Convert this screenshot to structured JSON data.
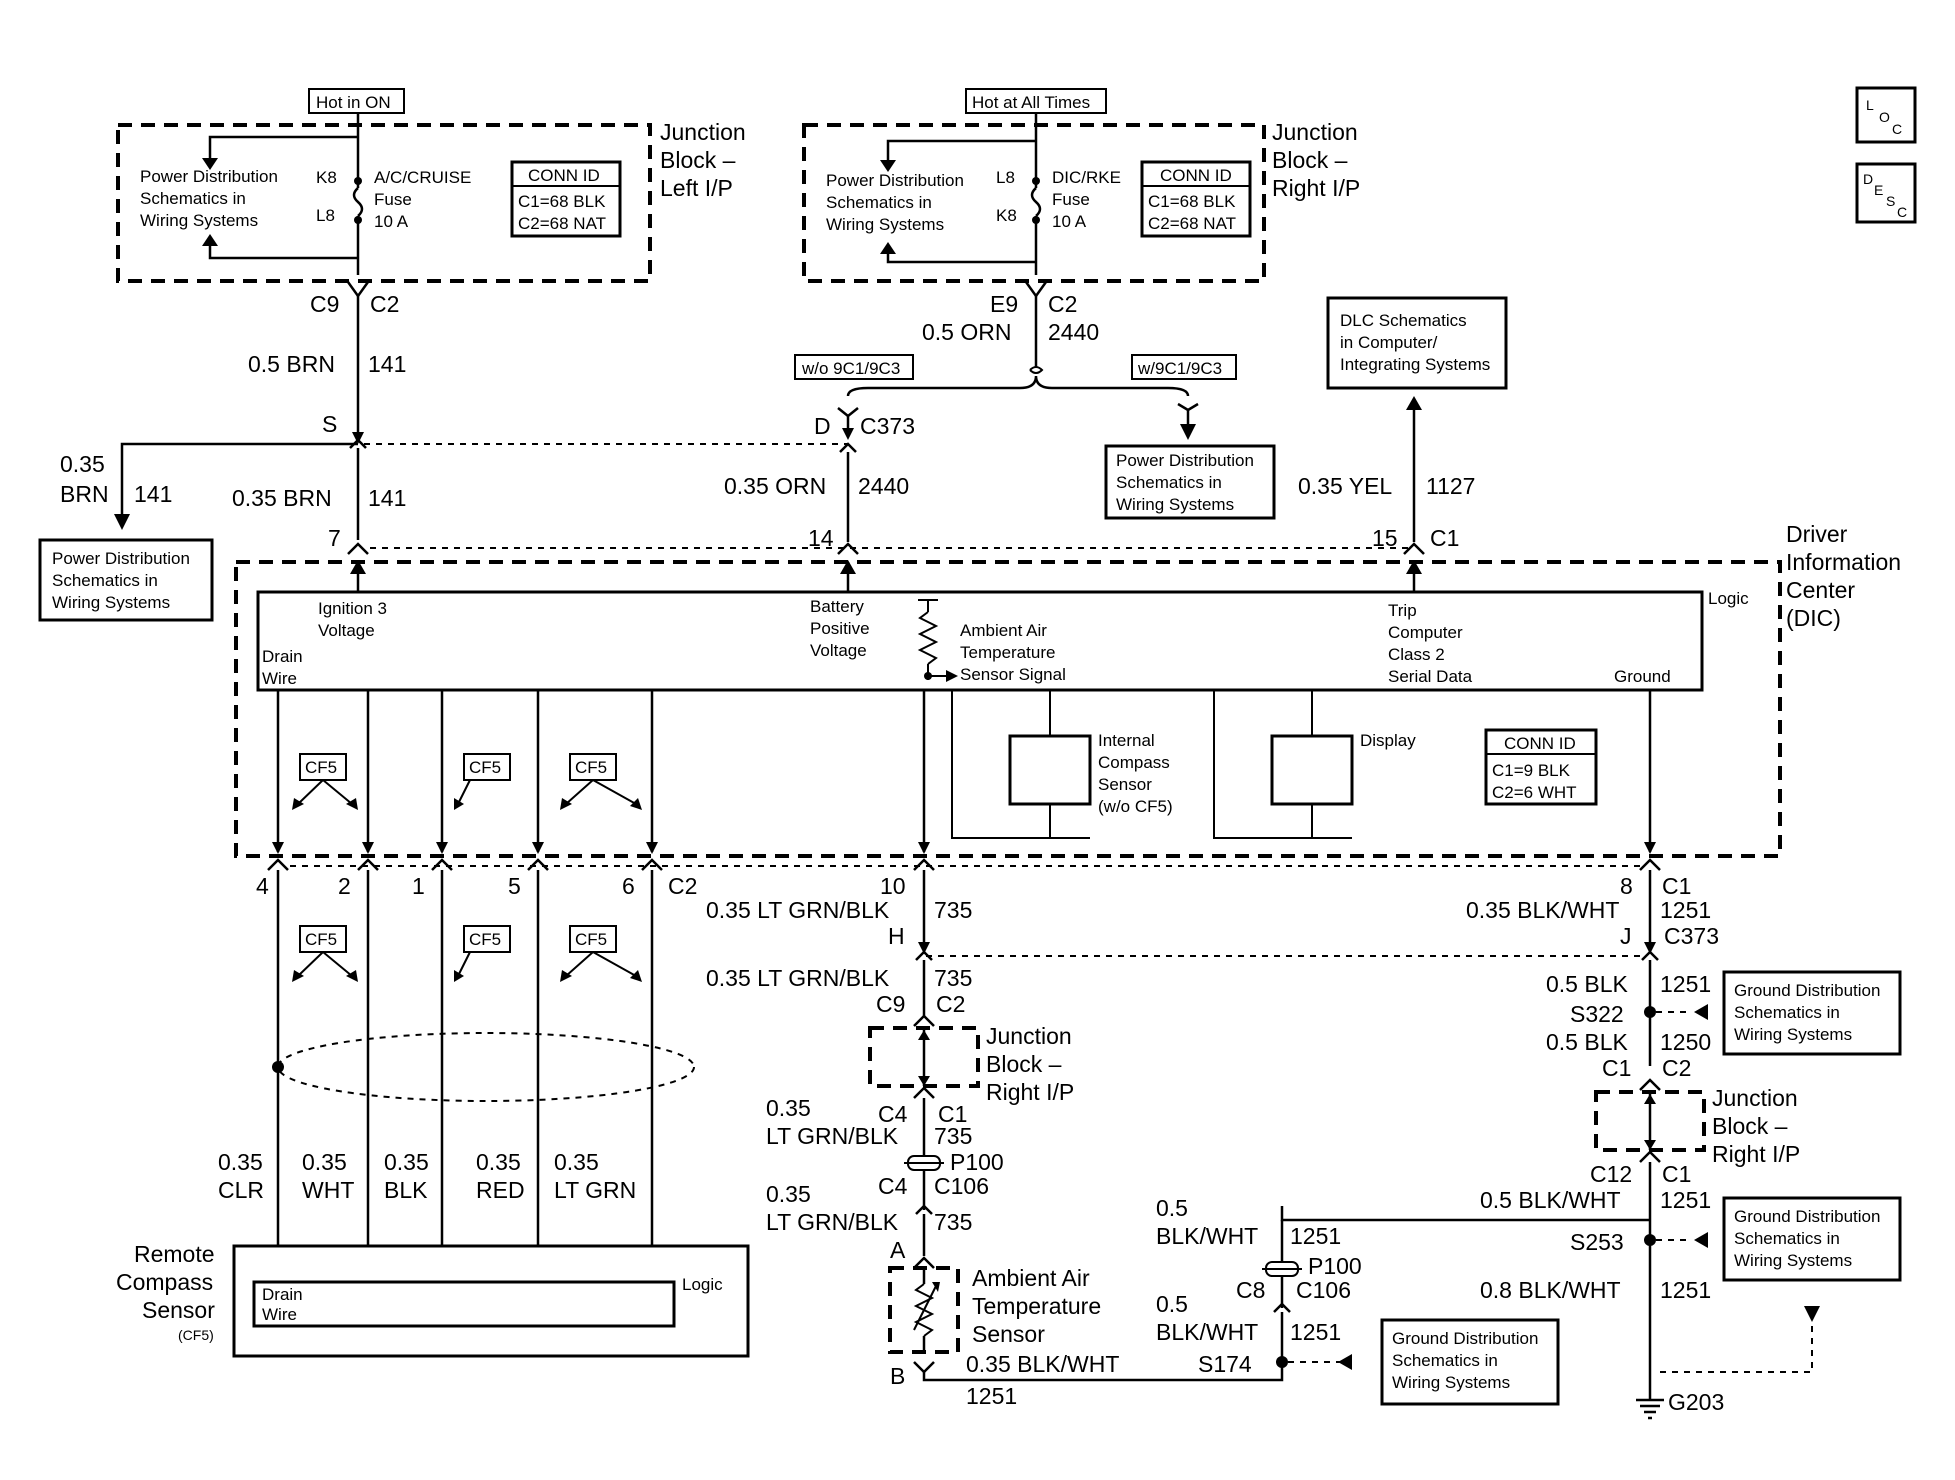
{
  "tags": {
    "hot_in_on": "Hot in ON",
    "hot_at_all_times": "Hot at All Times",
    "wo_9c1": "w/o 9C1/9C3",
    "w_9c1": "w/9C1/9C3",
    "cf5": "CF5"
  },
  "loc": {
    "l": "L",
    "o": "O",
    "c": "C"
  },
  "desc": {
    "d": "D",
    "e": "E",
    "s": "S",
    "c": "C"
  },
  "jb_left": {
    "title1": "Junction",
    "title2": "Block –",
    "title3": "Left I/P",
    "ref1": "Power Distribution",
    "ref2": "Schematics in",
    "ref3": "Wiring Systems",
    "k8": "K8",
    "l8": "L8",
    "fuse1": "A/C/CRUISE",
    "fuse2": "Fuse",
    "fuse3": "10 A",
    "conn_title": "CONN ID",
    "conn1": "C1=68 BLK",
    "conn2": "C2=68 NAT"
  },
  "jb_right": {
    "title1": "Junction",
    "title2": "Block –",
    "title3": "Right I/P",
    "ref1": "Power Distribution",
    "ref2": "Schematics in",
    "ref3": "Wiring Systems",
    "l8": "L8",
    "k8": "K8",
    "fuse1": "DIC/RKE",
    "fuse2": "Fuse",
    "fuse3": "10 A",
    "conn_title": "CONN ID",
    "conn1": "C1=68 BLK",
    "conn2": "C2=68 NAT"
  },
  "wire_labels": {
    "c9": "C9",
    "c2": "C2",
    "brn05": "0.5 BRN",
    "n141": "141",
    "s": "S",
    "brn035a": "0.35",
    "brn035b": "BRN",
    "n141b": "141",
    "brn035c": "0.35 BRN",
    "n141c": "141",
    "pin7": "7",
    "e9": "E9",
    "c2b": "C2",
    "orn05": "0.5 ORN",
    "n2440": "2440",
    "d": "D",
    "c373": "C373",
    "orn035": "0.35 ORN",
    "n2440b": "2440",
    "pin14": "14",
    "yel035": "0.35 YEL",
    "n1127": "1127",
    "pin15": "15",
    "c1": "C1"
  },
  "refs": {
    "pd_left1": "Power Distribution",
    "pd_left2": "Schematics in",
    "pd_left3": "Wiring Systems",
    "pd_mid1": "Power Distribution",
    "pd_mid2": "Schematics in",
    "pd_mid3": "Wiring Systems",
    "dlc1": "DLC Schematics",
    "dlc2": "in Computer/",
    "dlc3": "Integrating Systems",
    "gd1a": "Ground Distribution",
    "gd1b": "Schematics in",
    "gd1c": "Wiring Systems",
    "gd2a": "Ground Distribution",
    "gd2b": "Schematics in",
    "gd2c": "Wiring Systems",
    "gd3a": "Ground Distribution",
    "gd3b": "Schematics in",
    "gd3c": "Wiring Systems"
  },
  "dic": {
    "title1": "Driver",
    "title2": "Information",
    "title3": "Center",
    "title4": "(DIC)",
    "logic": "Logic",
    "ign1": "Ignition 3",
    "ign2": "Voltage",
    "drain1": "Drain",
    "drain2": "Wire",
    "bat1": "Battery",
    "bat2": "Positive",
    "bat3": "Voltage",
    "amb1": "Ambient Air",
    "amb2": "Temperature",
    "amb3": "Sensor Signal",
    "trip1": "Trip",
    "trip2": "Computer",
    "trip3": "Class 2",
    "trip4": "Serial Data",
    "ground": "Ground",
    "comp1": "Internal",
    "comp2": "Compass",
    "comp3": "Sensor",
    "comp4": "(w/o CF5)",
    "display": "Display",
    "conn_title": "CONN ID",
    "conn1": "C1=9 BLK",
    "conn2": "C2=6 WHT"
  },
  "bottom_pins": {
    "p4": "4",
    "p2": "2",
    "p1": "1",
    "p5": "5",
    "p6": "6",
    "c2": "C2"
  },
  "compass_wires": {
    "clr_g": "0.35",
    "clr_c": "CLR",
    "wht_g": "0.35",
    "wht_c": "WHT",
    "blk_g": "0.35",
    "blk_c": "BLK",
    "red_g": "0.35",
    "red_c": "RED",
    "grn_g": "0.35",
    "grn_c": "LT GRN"
  },
  "rcs": {
    "title1": "Remote",
    "title2": "Compass",
    "title3": "Sensor",
    "title4": "(CF5)",
    "drain1": "Drain",
    "drain2": "Wire",
    "logic": "Logic"
  },
  "mid_chain": {
    "p10": "10",
    "w1": "0.35 LT GRN/BLK",
    "n1": "735",
    "h": "H",
    "w2": "0.35 LT GRN/BLK",
    "n2": "735",
    "c9": "C9",
    "c2": "C2",
    "jb1": "Junction",
    "jb2": "Block –",
    "jb3": "Right I/P",
    "g3": "0.35",
    "c4": "C4",
    "c1": "C1",
    "w3": "LT GRN/BLK",
    "n3": "735",
    "p100": "P100",
    "c4b": "C4",
    "c106": "C106",
    "g4": "0.35",
    "w4": "LT GRN/BLK",
    "n4": "735",
    "a": "A",
    "aats1": "Ambient Air",
    "aats2": "Temperature",
    "aats3": "Sensor",
    "b": "B",
    "w5": "0.35 BLK/WHT",
    "n5": "1251"
  },
  "gnd_mid": {
    "g1": "0.5",
    "w1": "BLK/WHT",
    "n1": "1251",
    "p100": "P100",
    "c8": "C8",
    "c106": "C106",
    "g2": "0.5",
    "w2": "BLK/WHT",
    "n2": "1251",
    "s174": "S174"
  },
  "right_chain": {
    "p8": "8",
    "c1": "C1",
    "w1": "0.35 BLK/WHT",
    "n1": "1251",
    "j": "J",
    "c373": "C373",
    "w2": "0.5 BLK",
    "n2": "1251",
    "s322": "S322",
    "w3": "0.5 BLK",
    "n3": "1250",
    "c1b": "C1",
    "c2": "C2",
    "jb1": "Junction",
    "jb2": "Block –",
    "jb3": "Right I/P",
    "c12": "C12",
    "c1c": "C1",
    "w4": "0.5 BLK/WHT",
    "n4": "1251",
    "s253": "S253",
    "w5": "0.8 BLK/WHT",
    "n5": "1251",
    "g203": "G203"
  }
}
